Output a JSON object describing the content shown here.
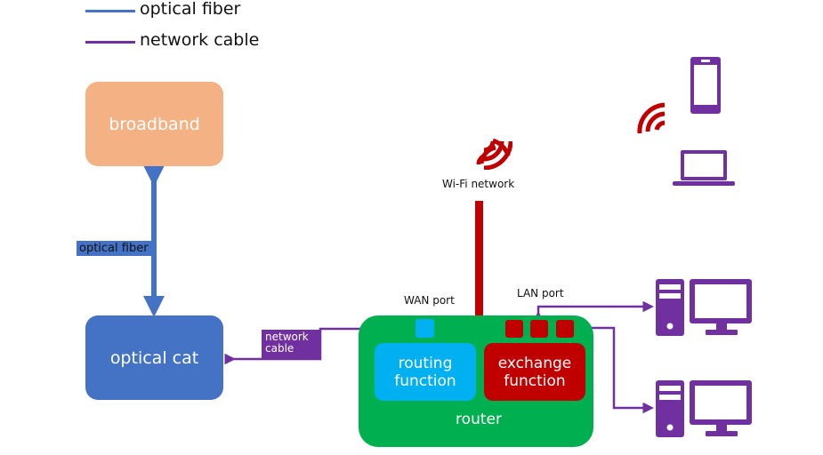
{
  "legend": [
    {
      "label": "optical fiber",
      "color": "#4472c4"
    },
    {
      "label": "network cable",
      "color": "#7030a0"
    }
  ],
  "nodes": {
    "broadband": {
      "label": "broadband",
      "color": "#f4b183"
    },
    "optical_cat": {
      "label": "optical cat",
      "color": "#4472c4"
    },
    "router": {
      "label": "router",
      "color": "#00b050"
    },
    "routing_function": {
      "label": "routing\nfunction",
      "line1": "routing",
      "line2": "function",
      "color": "#00b0f0"
    },
    "exchange_function": {
      "label": "exchange\nfunction",
      "line1": "exchange",
      "line2": "function",
      "color": "#c00000"
    }
  },
  "connection_labels": {
    "optical_fiber": "optical fiber",
    "network_cable_line1": "network",
    "network_cable_line2": "cable"
  },
  "port_labels": {
    "wan": "WAN port",
    "lan": "LAN port"
  },
  "wifi": {
    "label": "Wi-Fi network",
    "color": "#c00000"
  },
  "devices": {
    "color": "#7030a0",
    "items": [
      "smartphone",
      "laptop",
      "desktop-computer",
      "desktop-computer"
    ]
  }
}
